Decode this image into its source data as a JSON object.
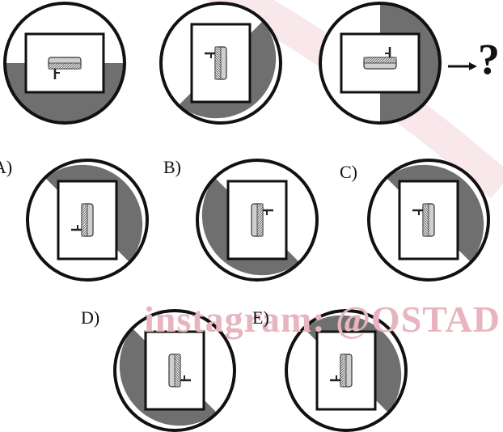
{
  "watermark": "instagram: @OSTAD",
  "question_mark": "?",
  "options": {
    "a": "A)",
    "b": "B)",
    "c": "C)",
    "d": "D)",
    "e": "E)"
  },
  "colors": {
    "shade": "#6f6f6f",
    "watermark": "#e8b4bf",
    "background_arc": "#f3d5da"
  }
}
